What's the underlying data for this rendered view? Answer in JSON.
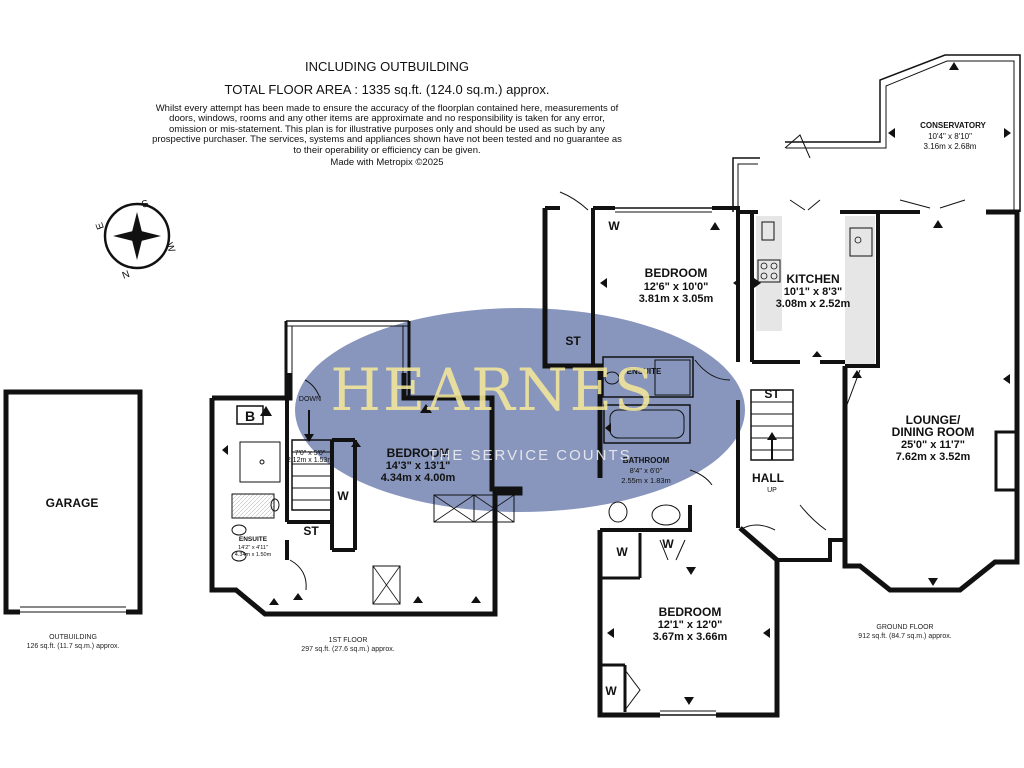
{
  "header": {
    "including": "INCLUDING OUTBUILDING",
    "total_area": "TOTAL FLOOR AREA : 1335 sq.ft. (124.0 sq.m.) approx.",
    "disclaimer": "Whilst every attempt has been made to ensure the accuracy of the floorplan contained here, measurements of doors, windows, rooms and any other items are approximate and no responsibility is taken for any error, omission or mis-statement. This plan is for illustrative purposes only and should be used as such by any prospective purchaser. The services, systems and appliances shown have not been tested and no guarantee as to their operability or efficiency can be given.",
    "made_with": "Made with Metropix ©2025"
  },
  "watermark": {
    "brand": "HEARNES",
    "tagline": "THE SERVICE COUNTS",
    "oval_color": "#6e7fae",
    "brand_color": "#f3e79a"
  },
  "compass": {
    "n": "N",
    "s": "S",
    "e": "E",
    "w": "W"
  },
  "rooms": {
    "garage": {
      "name": "GARAGE"
    },
    "conservatory": {
      "name": "CONSERVATORY",
      "imperial": "10'4\" x 8'10\"",
      "metric": "3.16m x 2.68m"
    },
    "bedroom_top": {
      "name": "BEDROOM",
      "imperial": "12'6\" x 10'0\"",
      "metric": "3.81m x 3.05m"
    },
    "kitchen": {
      "name": "KITCHEN",
      "imperial": "10'1\" x 8'3\"",
      "metric": "3.08m x 2.52m"
    },
    "ensuite_ground": {
      "name": "ENSUITE"
    },
    "bathroom": {
      "name": "BATHROOM",
      "imperial": "8'4\" x 6'0\"",
      "metric": "2.55m x 1.83m"
    },
    "hall": {
      "name": "HALL",
      "up": "UP"
    },
    "lounge": {
      "name_1": "LOUNGE/",
      "name_2": "DINING ROOM",
      "imperial": "25'0\" x 11'7\"",
      "metric": "7.62m x 3.52m"
    },
    "bedroom_bottom": {
      "name": "BEDROOM",
      "imperial": "12'1\" x 12'0\"",
      "metric": "3.67m x 3.66m"
    },
    "bedroom_first": {
      "name": "BEDROOM",
      "imperial": "14'3\" x 13'1\"",
      "metric": "4.34m x 4.00m"
    },
    "ensuite_first": {
      "name": "ENSUITE",
      "imperial": "14'2\" x 4'11\"",
      "metric": "4.34m x 1.50m"
    },
    "shower_first": {
      "imperial": "7'0\" x 5'0\"",
      "metric": "2.12m x 1.53m"
    }
  },
  "tags": {
    "st": "ST",
    "w": "W",
    "b": "B",
    "down": "DOWN"
  },
  "floors": {
    "outbuilding": {
      "name": "OUTBUILDING",
      "area": "126 sq.ft. (11.7 sq.m.) approx."
    },
    "first": {
      "name": "1ST FLOOR",
      "area": "297 sq.ft. (27.6 sq.m.) approx."
    },
    "ground": {
      "name": "GROUND FLOOR",
      "area": "912 sq.ft. (84.7 sq.m.) approx."
    }
  }
}
